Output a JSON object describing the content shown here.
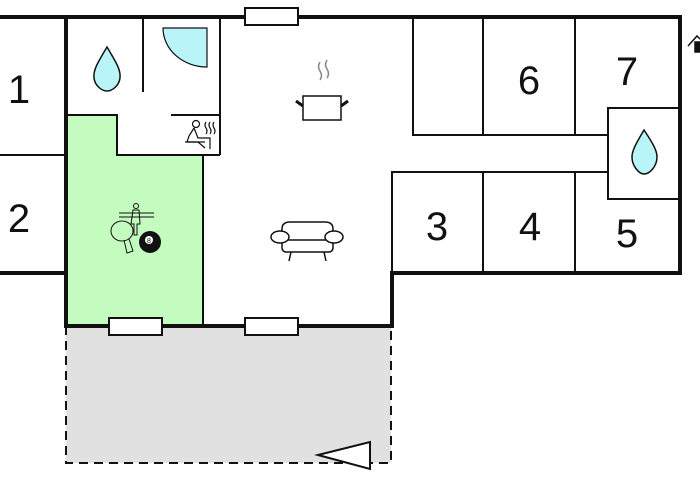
{
  "floorplan": {
    "rooms": [
      {
        "label": "1"
      },
      {
        "label": "2"
      },
      {
        "label": "3"
      },
      {
        "label": "4"
      },
      {
        "label": "5"
      },
      {
        "label": "6"
      },
      {
        "label": "7"
      }
    ],
    "colors": {
      "activity_room": "#c4fcc0",
      "terrace": "#e1e1e1",
      "water": "#b8f4f8",
      "wall": "#111111"
    },
    "icons": [
      "water-drop-icon",
      "shower-icon",
      "sauna-icon",
      "kitchen-pot-icon",
      "sofa-icon",
      "table-football-icon",
      "table-tennis-icon",
      "billiard-ball-icon",
      "entrance-arrow-icon",
      "house-icon"
    ]
  }
}
